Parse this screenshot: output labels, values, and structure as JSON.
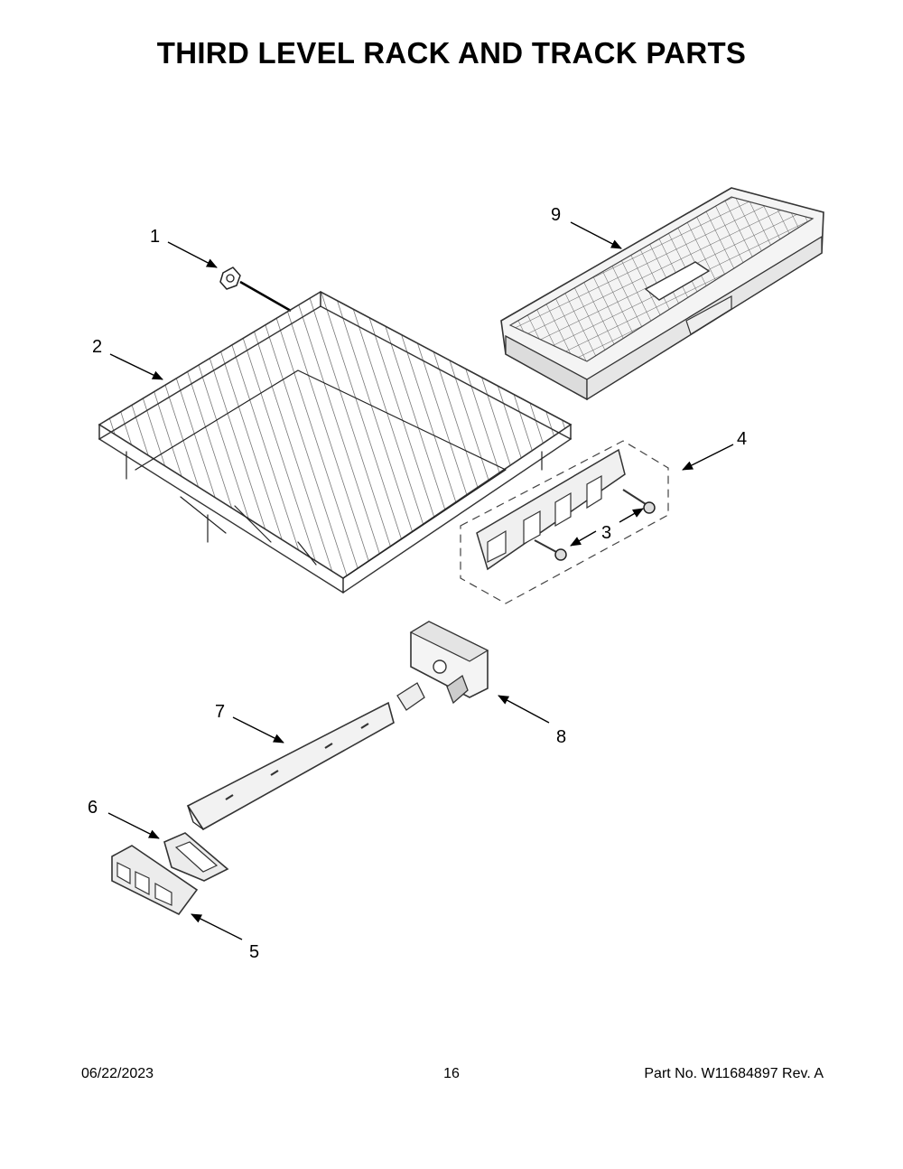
{
  "title": "THIRD LEVEL RACK AND TRACK PARTS",
  "callouts": {
    "c1": "1",
    "c2": "2",
    "c3": "3",
    "c4": "4",
    "c5": "5",
    "c6": "6",
    "c7": "7",
    "c8": "8",
    "c9": "9"
  },
  "footer": {
    "date": "06/22/2023",
    "page": "16",
    "part": "Part No.  W11684897  Rev.  A"
  }
}
